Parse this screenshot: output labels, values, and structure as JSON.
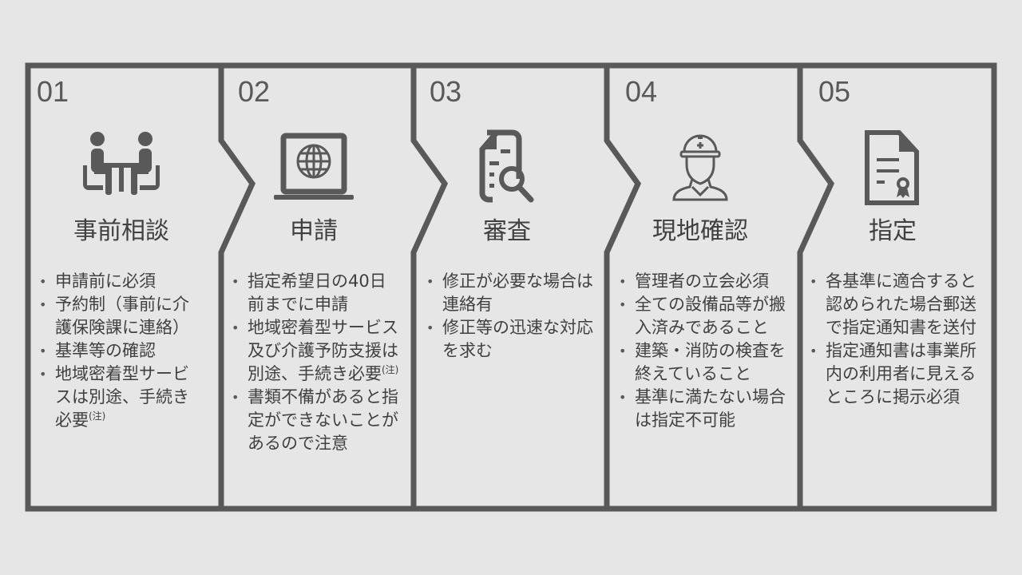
{
  "colors": {
    "background": "#e7e6e6",
    "stroke": "#595959",
    "text": "#404040"
  },
  "steps": [
    {
      "number": "01",
      "title": "事前相談",
      "icon": "meeting-icon",
      "bullets": [
        {
          "text": "申請前に必須"
        },
        {
          "text": "予約制（事前に介護保険課に連絡）"
        },
        {
          "text": "基準等の確認"
        },
        {
          "text": "地域密着型サービスは別途、手続き必要",
          "note": "(注)"
        }
      ]
    },
    {
      "number": "02",
      "title": "申請",
      "icon": "laptop-globe-icon",
      "bullets": [
        {
          "text": "指定希望日の40日前までに申請"
        },
        {
          "text": "地域密着型サービス及び介護予防支援は別途、手続き必要",
          "note": "(注)"
        },
        {
          "text": "書類不備があると指定ができないことがあるので注意"
        }
      ]
    },
    {
      "number": "03",
      "title": "審査",
      "icon": "document-search-icon",
      "bullets": [
        {
          "text": "修正が必要な場合は連絡有"
        },
        {
          "text": "修正等の迅速な対応を求む"
        }
      ]
    },
    {
      "number": "04",
      "title": "現地確認",
      "icon": "inspector-icon",
      "bullets": [
        {
          "text": "管理者の立会必須"
        },
        {
          "text": "全ての設備品等が搬入済みであること"
        },
        {
          "text": "建築・消防の検査を終えていること"
        },
        {
          "text": "基準に満たない場合は指定不可能"
        }
      ]
    },
    {
      "number": "05",
      "title": "指定",
      "icon": "certificate-icon",
      "bullets": [
        {
          "text": "各基準に適合すると認められた場合郵送で指定通知書を送付"
        },
        {
          "text": "指定通知書は事業所内の利用者に見えるところに掲示必須"
        }
      ]
    }
  ]
}
